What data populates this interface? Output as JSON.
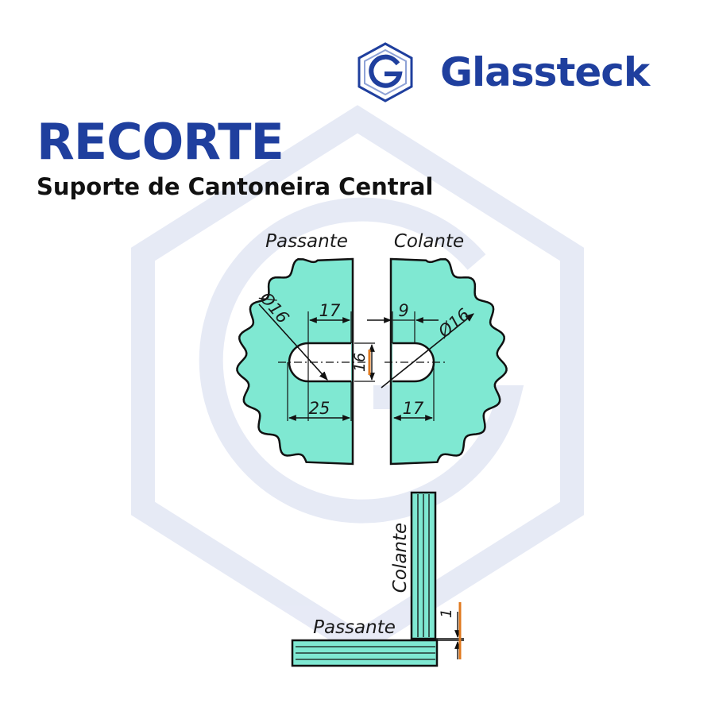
{
  "brand": {
    "name": "Glassteck",
    "logo_icon": "glassteck-g-hexagon-logo",
    "color": "#1f3f9e"
  },
  "header": {
    "title": "RECORTE",
    "subtitle": "Suporte de Cantoneira Central"
  },
  "diagram": {
    "glass_color": "#7fe8d2",
    "dimension_accent": "#e07a1f",
    "passante": {
      "label": "Passante",
      "dim_diameter": "Ø16",
      "dim_depth": "17",
      "dim_height": "16",
      "dim_width": "25"
    },
    "colante": {
      "label": "Colante",
      "dim_depth": "9",
      "dim_diameter": "Ø16",
      "dim_width": "17"
    },
    "assembly": {
      "vertical_label": "Colante",
      "horizontal_label": "Passante",
      "gap_dim": "1"
    }
  }
}
